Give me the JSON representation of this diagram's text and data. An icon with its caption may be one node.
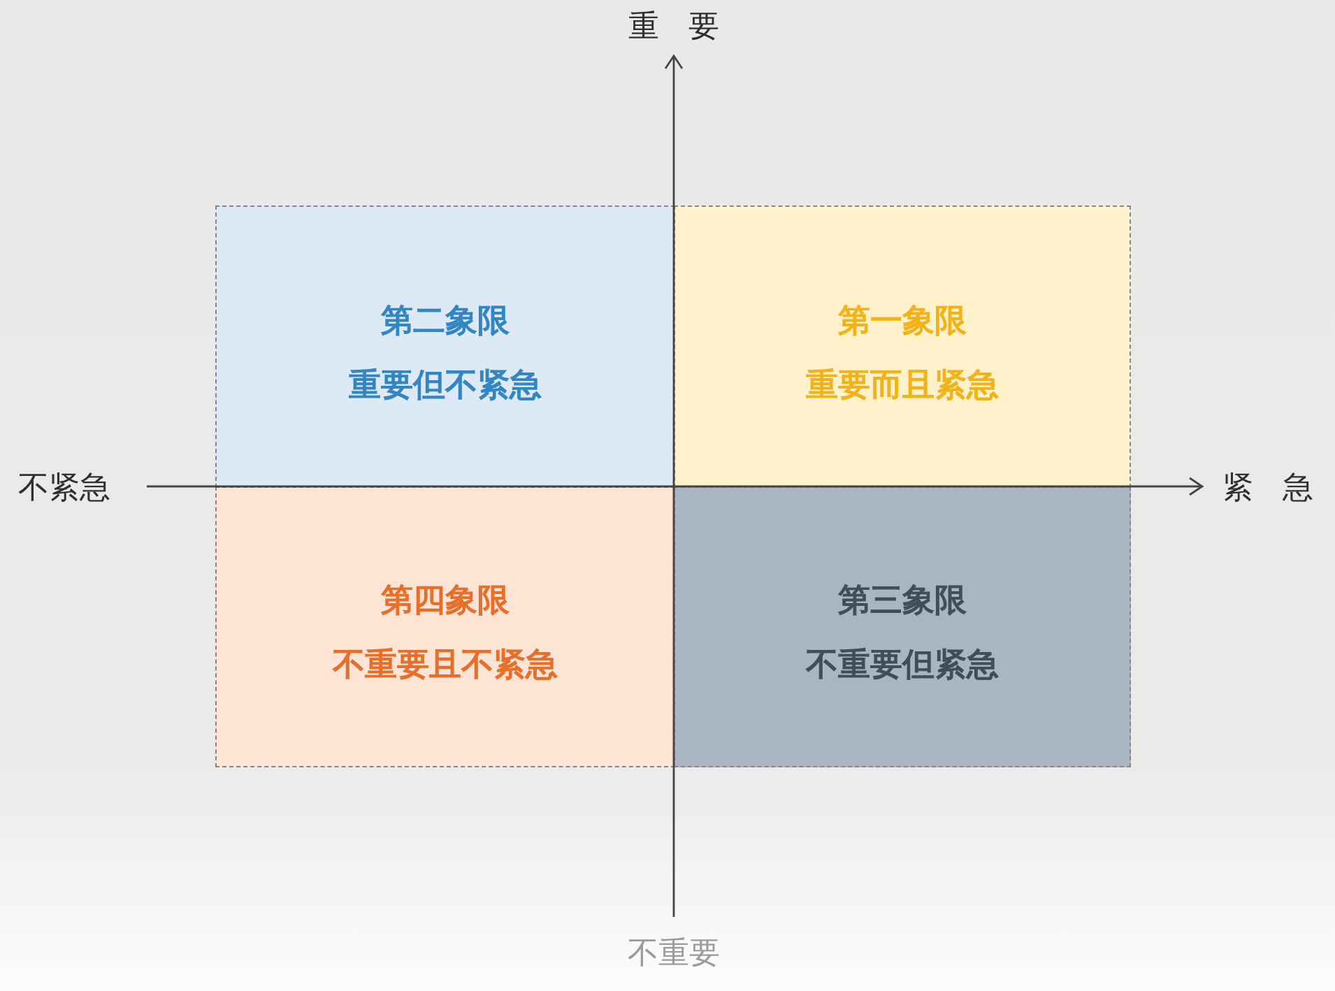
{
  "diagram": {
    "nodes": [
      {
        "text": [
          "第二象限",
          "重要但不紧急"
        ]
      },
      {
        "text": [
          "第一象限",
          "重要而且紧急"
        ]
      },
      {
        "text": [
          "第四象限",
          "不重要且不紧急"
        ]
      },
      {
        "text": [
          "第三象限",
          "不重要但紧急"
        ]
      }
    ],
    "labels": [
      "重 要",
      "不紧急",
      "紧 急",
      "不重要"
    ]
  }
}
